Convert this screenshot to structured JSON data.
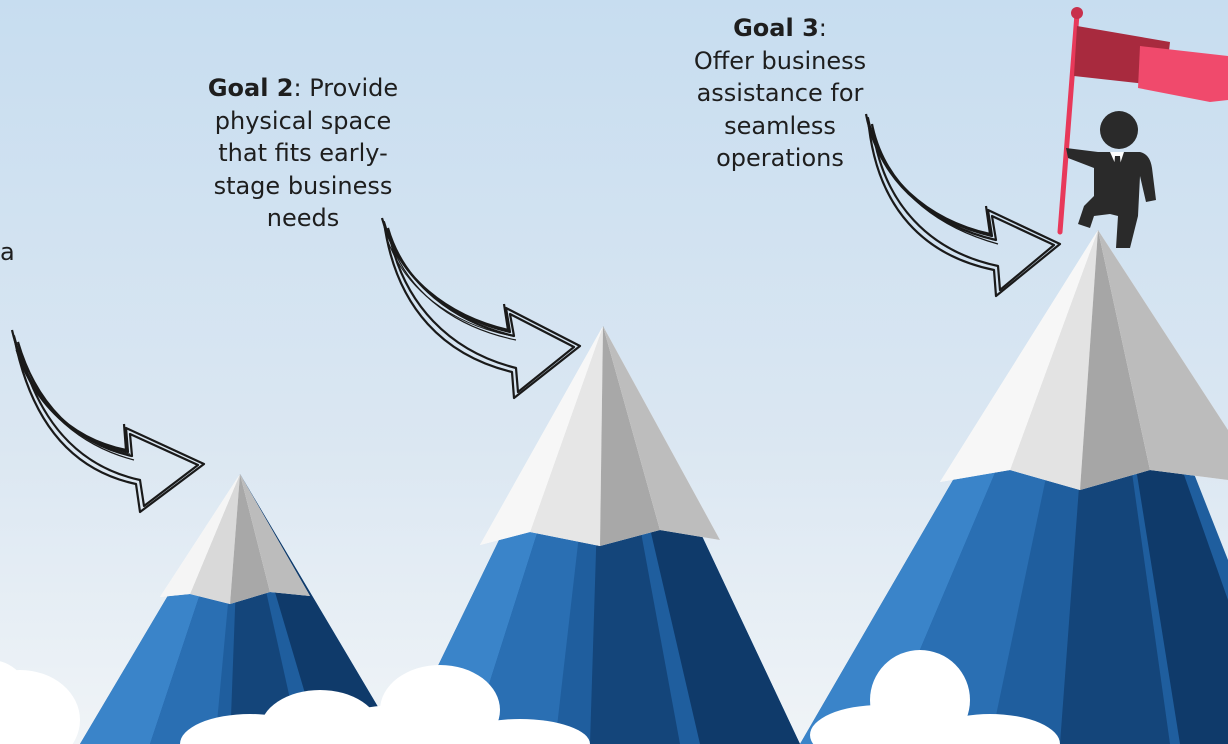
{
  "goals": [
    {
      "id": "goal1",
      "visible_fragment": "a"
    },
    {
      "id": "goal2",
      "title": "Goal 2",
      "separator": ":",
      "description": " Provide physical space that fits early-stage business needs"
    },
    {
      "id": "goal3",
      "title": "Goal 3",
      "separator": ":",
      "description": "Offer business assistance for seamless operations"
    }
  ],
  "colors": {
    "sky_top": "#c9def0",
    "sky_bottom": "#eef3f7",
    "snow_light": "#ffffff",
    "snow_shadow": "#a9a9a9",
    "rock_light": "#3a84c9",
    "rock_mid": "#1f5e9e",
    "rock_dark": "#0f3a6a",
    "cloud": "#ffffff",
    "flag": "#e8395a",
    "flag_dark": "#b0283f",
    "person": "#2a2a2a",
    "arrow": "#1a1a1a"
  },
  "icons": {
    "flag": "flag-icon",
    "person": "climber-icon",
    "arrows": "hand-drawn-arrow-icon"
  }
}
